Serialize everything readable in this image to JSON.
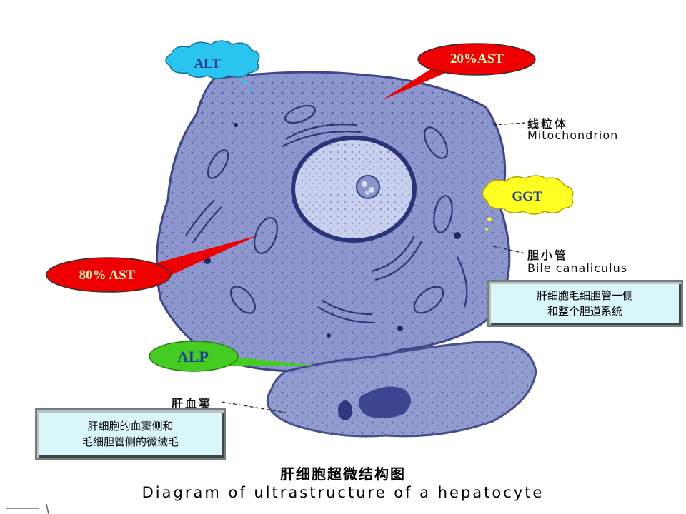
{
  "enzymes": {
    "alt": "ALT",
    "ast20": "20%AST",
    "ggt": "GGT",
    "ast80": "80% AST",
    "alp": "ALP"
  },
  "structures": {
    "mito_cn": "线粒体",
    "mito_en": "Mitochondrion",
    "bile_cn": "胆小管",
    "bile_en": "Bile canaliculus",
    "sinus_cn": "肝血窦"
  },
  "notes": {
    "right_line1": "肝细胞毛细胆管一侧",
    "right_line2": "和整个胆道系统",
    "left_line1": "肝细胞的血窦侧和",
    "left_line2": "毛细胆管侧的微绒毛"
  },
  "caption": {
    "cn": "肝细胞超微结构图",
    "en": "Diagram of ultrastructure of a hepatocyte"
  },
  "colors": {
    "cell": "#7c86c2",
    "nucleus": "#b9c3e6",
    "alt_fill": "#29c4f0",
    "ast_fill": "#ee0000",
    "ggt_fill": "#ffff22",
    "alp_fill": "#44cc22",
    "note_fill": "#d9f7f9"
  }
}
